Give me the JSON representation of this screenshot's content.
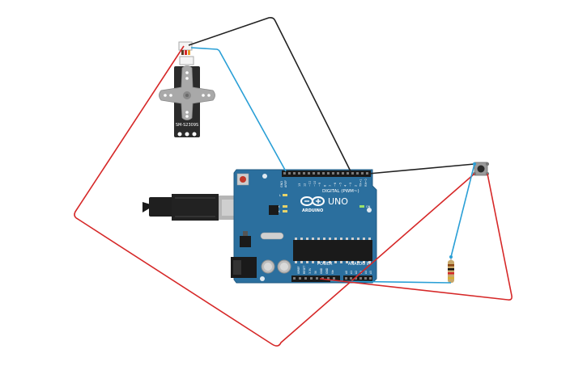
{
  "colors": {
    "board": "#2b6f9e",
    "board_edge": "#1f5a82",
    "wire_red": "#d62828",
    "wire_black": "#222222",
    "wire_blue": "#2a9fd6",
    "servo_body": "#2b2b2b",
    "servo_horn": "#a9a9a9",
    "usb_metal": "#b5b5b5"
  },
  "servo": {
    "model": "SM-S2309S",
    "icon": "servo-motor-icon"
  },
  "arduino": {
    "logo": "ARDUINO",
    "model": "UNO",
    "digital_label": "DIGITAL (PWM~)",
    "power_label": "POWER",
    "analog_label": "ANALOG IN",
    "aref_label": "AREF",
    "gnd_label": "GND",
    "led_tx": "TX",
    "led_rx": "RX",
    "led_l": "L",
    "led_on": "ON",
    "digital_pins": [
      "13",
      "12",
      "~11",
      "~10",
      "~9",
      "8",
      "7",
      "~6",
      "~5",
      "4",
      "~3",
      "2",
      "TX→1",
      "RX←0"
    ],
    "power_pins": [
      "IOREF",
      "RESET",
      "3.3V",
      "5V",
      "GND",
      "GND",
      "Vin"
    ],
    "analog_pins": [
      "A0",
      "A1",
      "A2",
      "A3",
      "A4",
      "A5"
    ],
    "icon": "arduino-uno-icon"
  },
  "pushbutton": {
    "icon": "pushbutton-icon"
  },
  "resistor": {
    "icon": "resistor-icon"
  },
  "usb_cable": {
    "icon": "usb-cable-icon"
  }
}
